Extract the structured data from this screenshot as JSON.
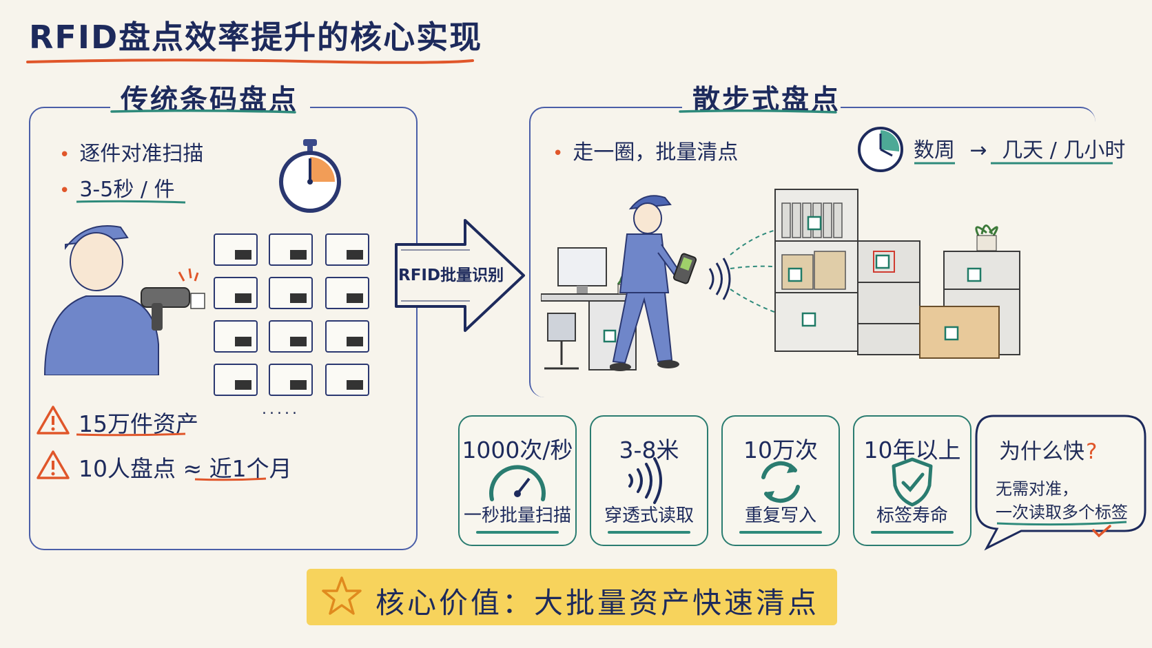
{
  "title": "RFID盘点效率提升的核心实现",
  "left": {
    "heading": "传统条码盘点",
    "bullets": [
      "逐件对准扫描",
      "3-5秒 / 件"
    ],
    "warnings": [
      "15万件资产",
      "10人盘点 ≈ 近1个月"
    ],
    "ellipsis": "....."
  },
  "arrow_label": "RFID批量识别",
  "right": {
    "heading": "散步式盘点",
    "bullet": "走一圈，批量清点",
    "time_from": "数周",
    "time_arrow": "→",
    "time_to": "几天 / 几小时"
  },
  "stats": [
    {
      "value": "1000次/秒",
      "label": "一秒批量扫描",
      "icon": "speedometer-icon"
    },
    {
      "value": "3-8米",
      "label": "穿透式读取",
      "icon": "signal-waves-icon"
    },
    {
      "value": "10万次",
      "label": "重复写入",
      "icon": "refresh-arrows-icon"
    },
    {
      "value": "10年以上",
      "label": "标签寿命",
      "icon": "shield-check-icon"
    }
  ],
  "bubble": {
    "title": "为什么快",
    "mark": "?",
    "line1": "无需对准，",
    "line2": "一次读取多个标签"
  },
  "banner": "核心价值：大批量资产快速清点",
  "colors": {
    "navy": "#1d2a5c",
    "teal": "#2a7c70",
    "orange": "#e0562a",
    "banner_yellow": "#f7d35c",
    "background": "#f7f4ec"
  }
}
